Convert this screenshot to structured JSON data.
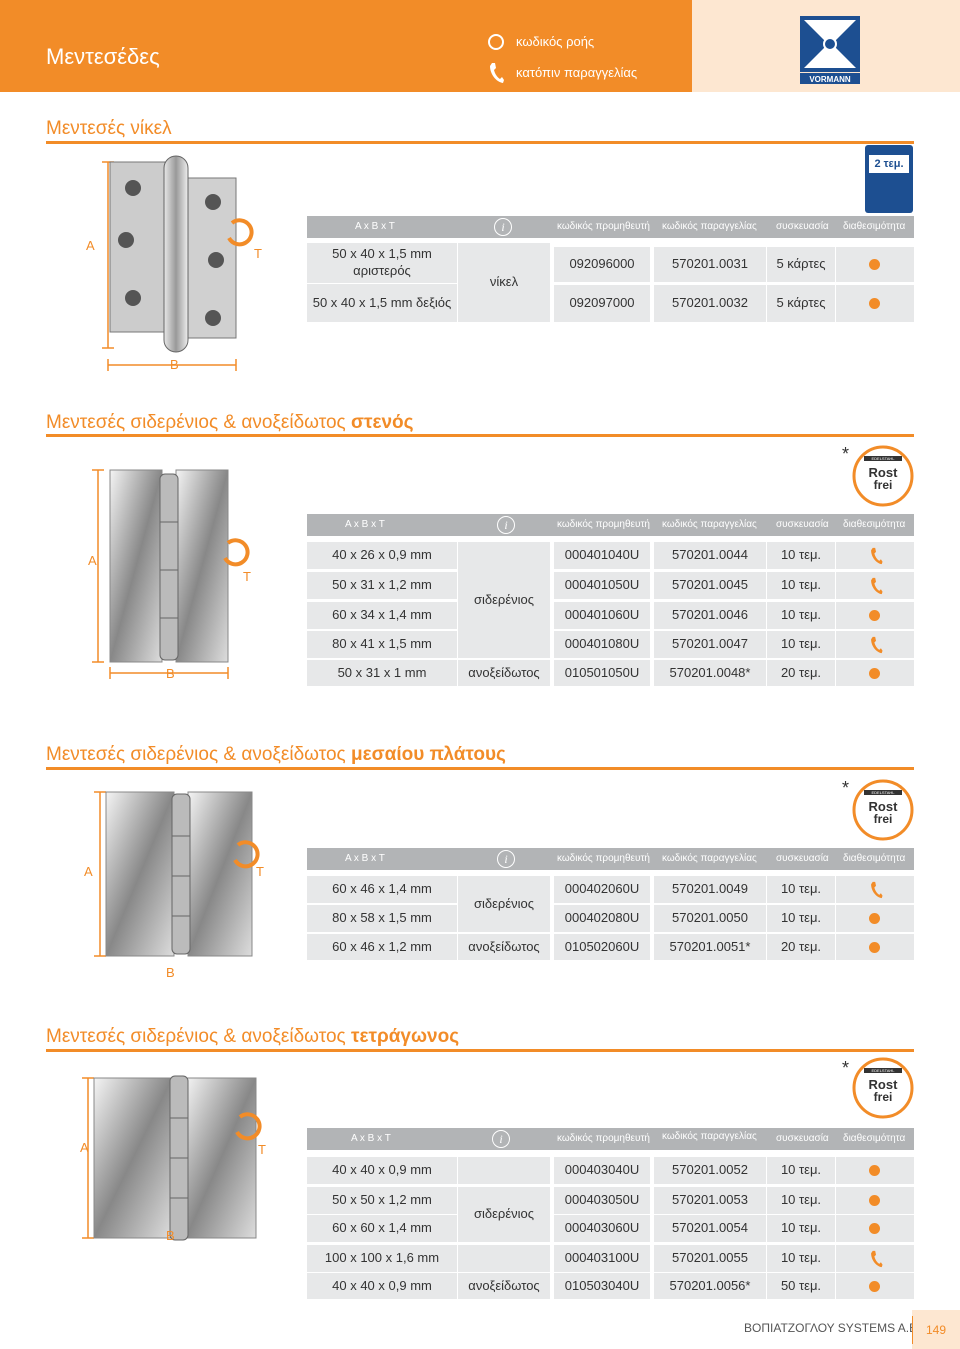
{
  "header": {
    "title": "Μεντεσέδες",
    "legend": [
      {
        "icon": "circle-icon",
        "label": "κωδικός ροής"
      },
      {
        "icon": "phone-icon",
        "label": "κατόπιν παραγγελίας"
      }
    ],
    "brand": "VORMANN"
  },
  "colors": {
    "accent": "#f28c28",
    "header_light": "#fde7d1",
    "table_head": "#b2b4b6",
    "cell_bg": "#e7e8e9"
  },
  "columns": {
    "dims": "Α x B x T",
    "info": "i",
    "supplier_code": "κωδικός προμηθευτή",
    "order_code": "κωδικός παραγγελίας",
    "package": "συσκευασία",
    "availability": "διαθεσιμότητα"
  },
  "dim_labels": {
    "a": "A",
    "b": "B",
    "t": "T"
  },
  "rostfrei": {
    "top": "EDELSTAHL",
    "line1": "Rost",
    "line2": "frei",
    "star": "*"
  },
  "package_label": "2 τεμ.",
  "sections": [
    {
      "title": "Μεντεσές νίκελ",
      "title_bold": "",
      "material_labels": [
        "νίκελ"
      ],
      "rows": [
        {
          "dims": "50 x 40 x 1,5 mm αριστερός",
          "supplier": "092096000",
          "order": "570201.0031",
          "pack": "5 κάρτες",
          "availability": "circle-icon"
        },
        {
          "dims": "50 x 40 x 1,5 mm δεξιός",
          "supplier": "092097000",
          "order": "570201.0032",
          "pack": "5 κάρτες",
          "availability": "circle-icon"
        }
      ]
    },
    {
      "title": "Μεντεσές σιδερένιος & ανοξείδωτος",
      "title_bold": "στενός",
      "material_labels": [
        "σιδερένιος",
        "ανοξείδωτος"
      ],
      "rows": [
        {
          "dims": "40 x 26 x 0,9 mm",
          "supplier": "000401040U",
          "order": "570201.0044",
          "pack": "10 τεμ.",
          "availability": "phone-icon"
        },
        {
          "dims": "50 x 31 x 1,2 mm",
          "supplier": "000401050U",
          "order": "570201.0045",
          "pack": "10 τεμ.",
          "availability": "phone-icon"
        },
        {
          "dims": "60 x 34 x 1,4 mm",
          "supplier": "000401060U",
          "order": "570201.0046",
          "pack": "10 τεμ.",
          "availability": "circle-icon"
        },
        {
          "dims": "80 x 41 x 1,5 mm",
          "supplier": "000401080U",
          "order": "570201.0047",
          "pack": "10 τεμ.",
          "availability": "phone-icon"
        },
        {
          "dims": "50 x 31 x 1    mm",
          "supplier": "010501050U",
          "order": "570201.0048*",
          "pack": "20 τεμ.",
          "availability": "circle-icon"
        }
      ]
    },
    {
      "title": "Μεντεσές σιδερένιος & ανοξείδωτος",
      "title_bold": "μεσαίου πλάτους",
      "material_labels": [
        "σιδερένιος",
        "ανοξείδωτος"
      ],
      "rows": [
        {
          "dims": "60 x 46 x 1,4 mm",
          "supplier": "000402060U",
          "order": "570201.0049",
          "pack": "10 τεμ.",
          "availability": "phone-icon"
        },
        {
          "dims": "80 x 58 x 1,5 mm",
          "supplier": "000402080U",
          "order": "570201.0050",
          "pack": "10 τεμ.",
          "availability": "circle-icon"
        },
        {
          "dims": "60 x 46 x 1,2 mm",
          "supplier": "010502060U",
          "order": "570201.0051*",
          "pack": "20 τεμ.",
          "availability": "circle-icon"
        }
      ]
    },
    {
      "title": "Μεντεσές σιδερένιος & ανοξείδωτος",
      "title_bold": "τετράγωνος",
      "material_labels": [
        "σιδερένιος",
        "ανοξείδωτος"
      ],
      "rows": [
        {
          "dims": "40 x   40 x 0,9 mm",
          "supplier": "000403040U",
          "order": "570201.0052",
          "pack": "10 τεμ.",
          "availability": "circle-icon"
        },
        {
          "dims": "50 x   50 x 1,2 mm",
          "supplier": "000403050U",
          "order": "570201.0053",
          "pack": "10 τεμ.",
          "availability": "circle-icon"
        },
        {
          "dims": "60 x   60 x 1,4 mm",
          "supplier": "000403060U",
          "order": "570201.0054",
          "pack": "10 τεμ.",
          "availability": "circle-icon"
        },
        {
          "dims": "100 x 100 x 1,6 mm",
          "supplier": "000403100U",
          "order": "570201.0055",
          "pack": "10 τεμ.",
          "availability": "phone-icon"
        },
        {
          "dims": "40 x   40 x 0,9 mm",
          "supplier": "010503040U",
          "order": "570201.0056*",
          "pack": "50 τεμ.",
          "availability": "circle-icon"
        }
      ]
    }
  ],
  "footer": {
    "company": "ΒΟΠΙΑΤΖΟΓΛΟΥ SYSTEMS A.E.",
    "page": "149"
  }
}
